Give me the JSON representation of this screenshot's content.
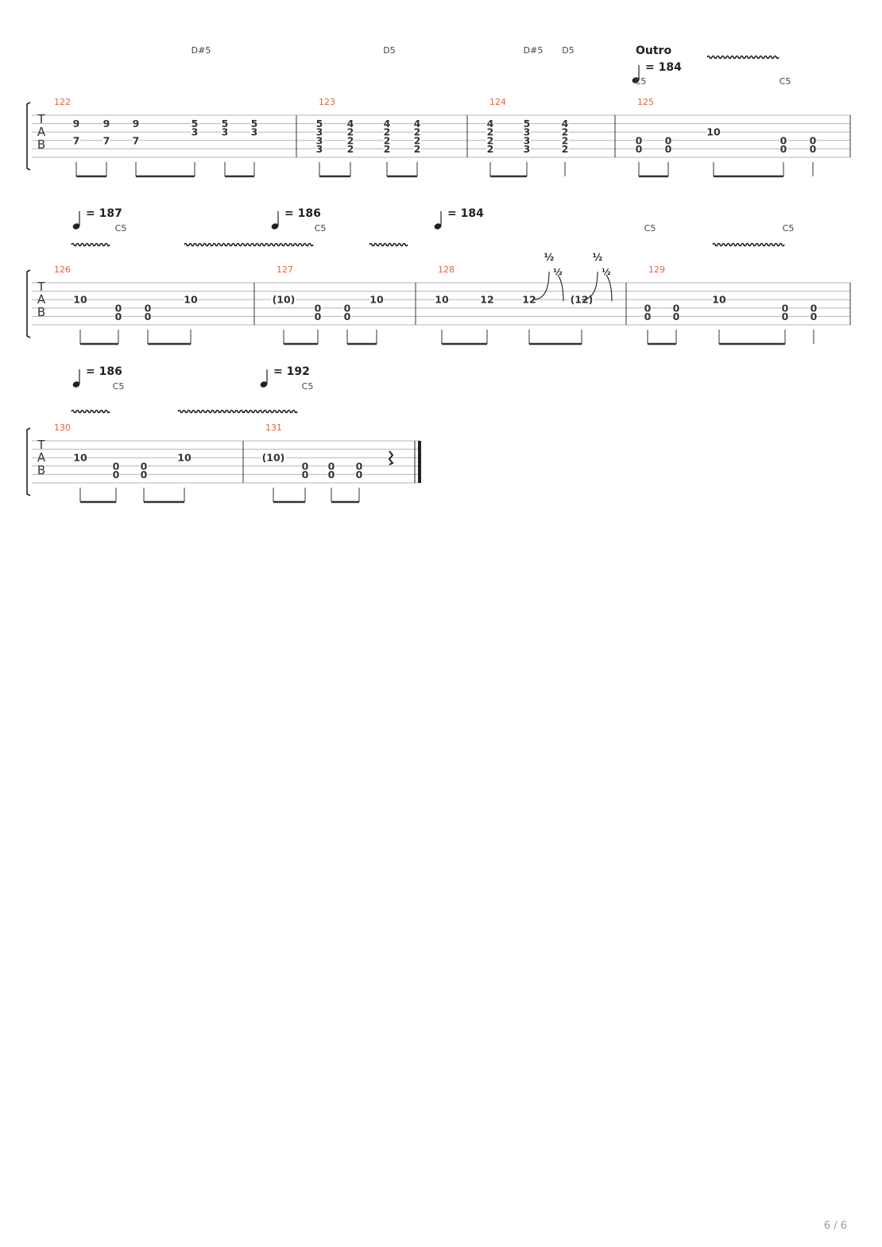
{
  "page": {
    "number": "6 / 6"
  },
  "tab_clef": [
    "T",
    "A",
    "B"
  ],
  "section_marker": "Outro",
  "half_symbol": "½",
  "systems": [
    {
      "tempo_marks": [
        {
          "bpm": "= 184"
        }
      ],
      "measures": [
        {
          "number": "122",
          "chords": [
            "D#5"
          ],
          "notes": [
            {
              "s": 2,
              "f": "9"
            },
            {
              "s": 4,
              "f": "7"
            },
            {
              "s": 2,
              "f": "9"
            },
            {
              "s": 4,
              "f": "7"
            },
            {
              "s": 2,
              "f": "9"
            },
            {
              "s": 4,
              "f": "7"
            },
            {
              "s": 2,
              "f": "5"
            },
            {
              "s": 3,
              "f": "3"
            },
            {
              "s": 2,
              "f": "5"
            },
            {
              "s": 3,
              "f": "3"
            },
            {
              "s": 2,
              "f": "5"
            },
            {
              "s": 3,
              "f": "3"
            }
          ]
        },
        {
          "number": "123",
          "chords": [
            "D5"
          ],
          "notes": [
            {
              "s": 2,
              "f": "5"
            },
            {
              "s": 3,
              "f": "3"
            },
            {
              "s": 4,
              "f": "3"
            },
            {
              "s": 5,
              "f": "3"
            },
            {
              "s": 2,
              "f": "4"
            },
            {
              "s": 3,
              "f": "2"
            },
            {
              "s": 4,
              "f": "2"
            },
            {
              "s": 5,
              "f": "2"
            },
            {
              "s": 2,
              "f": "4"
            },
            {
              "s": 3,
              "f": "2"
            },
            {
              "s": 4,
              "f": "2"
            },
            {
              "s": 5,
              "f": "2"
            },
            {
              "s": 2,
              "f": "4"
            },
            {
              "s": 3,
              "f": "2"
            },
            {
              "s": 4,
              "f": "2"
            },
            {
              "s": 5,
              "f": "2"
            }
          ]
        },
        {
          "number": "124",
          "chords": [
            "D#5",
            "D5"
          ],
          "notes": [
            {
              "s": 2,
              "f": "4"
            },
            {
              "s": 3,
              "f": "2"
            },
            {
              "s": 4,
              "f": "2"
            },
            {
              "s": 5,
              "f": "2"
            },
            {
              "s": 2,
              "f": "5"
            },
            {
              "s": 3,
              "f": "3"
            },
            {
              "s": 4,
              "f": "3"
            },
            {
              "s": 5,
              "f": "3"
            },
            {
              "s": 2,
              "f": "4"
            },
            {
              "s": 3,
              "f": "2"
            },
            {
              "s": 4,
              "f": "2"
            },
            {
              "s": 5,
              "f": "2"
            }
          ]
        },
        {
          "number": "125",
          "chords": [
            "C5",
            "C5"
          ],
          "notes": [
            {
              "s": 4,
              "f": "0"
            },
            {
              "s": 5,
              "f": "0"
            },
            {
              "s": 4,
              "f": "0"
            },
            {
              "s": 5,
              "f": "0"
            },
            {
              "s": 3,
              "f": "10"
            },
            {
              "s": 4,
              "f": "0"
            },
            {
              "s": 5,
              "f": "0"
            },
            {
              "s": 4,
              "f": "0"
            },
            {
              "s": 5,
              "f": "0"
            }
          ]
        }
      ]
    },
    {
      "tempo_marks": [
        {
          "bpm": "= 187"
        },
        {
          "bpm": "= 186"
        },
        {
          "bpm": "= 184"
        }
      ],
      "measures": [
        {
          "number": "126",
          "chords": [
            "C5"
          ],
          "notes": [
            {
              "s": 3,
              "f": "10"
            },
            {
              "s": 4,
              "f": "0"
            },
            {
              "s": 5,
              "f": "0"
            },
            {
              "s": 4,
              "f": "0"
            },
            {
              "s": 5,
              "f": "0"
            },
            {
              "s": 3,
              "f": "10"
            }
          ]
        },
        {
          "number": "127",
          "chords": [
            "C5"
          ],
          "notes": [
            {
              "s": 3,
              "f": "(10)"
            },
            {
              "s": 4,
              "f": "0"
            },
            {
              "s": 5,
              "f": "0"
            },
            {
              "s": 4,
              "f": "0"
            },
            {
              "s": 5,
              "f": "0"
            },
            {
              "s": 3,
              "f": "10"
            }
          ]
        },
        {
          "number": "128",
          "chords": [],
          "notes": [
            {
              "s": 3,
              "f": "10"
            },
            {
              "s": 3,
              "f": "12"
            },
            {
              "s": 3,
              "f": "12"
            },
            {
              "s": 3,
              "f": "(12)"
            }
          ]
        },
        {
          "number": "129",
          "chords": [
            "C5",
            "C5"
          ],
          "notes": [
            {
              "s": 4,
              "f": "0"
            },
            {
              "s": 5,
              "f": "0"
            },
            {
              "s": 4,
              "f": "0"
            },
            {
              "s": 5,
              "f": "0"
            },
            {
              "s": 3,
              "f": "10"
            },
            {
              "s": 4,
              "f": "0"
            },
            {
              "s": 5,
              "f": "0"
            },
            {
              "s": 4,
              "f": "0"
            },
            {
              "s": 5,
              "f": "0"
            }
          ]
        }
      ]
    },
    {
      "tempo_marks": [
        {
          "bpm": "= 186"
        },
        {
          "bpm": "= 192"
        }
      ],
      "measures": [
        {
          "number": "130",
          "chords": [
            "C5"
          ],
          "notes": [
            {
              "s": 3,
              "f": "10"
            },
            {
              "s": 4,
              "f": "0"
            },
            {
              "s": 5,
              "f": "0"
            },
            {
              "s": 4,
              "f": "0"
            },
            {
              "s": 5,
              "f": "0"
            },
            {
              "s": 3,
              "f": "10"
            }
          ]
        },
        {
          "number": "131",
          "chords": [
            "C5"
          ],
          "notes": [
            {
              "s": 3,
              "f": "(10)"
            },
            {
              "s": 4,
              "f": "0"
            },
            {
              "s": 5,
              "f": "0"
            },
            {
              "s": 4,
              "f": "0"
            },
            {
              "s": 5,
              "f": "0"
            },
            {
              "s": 4,
              "f": "0"
            },
            {
              "s": 5,
              "f": "0"
            }
          ]
        }
      ]
    }
  ]
}
